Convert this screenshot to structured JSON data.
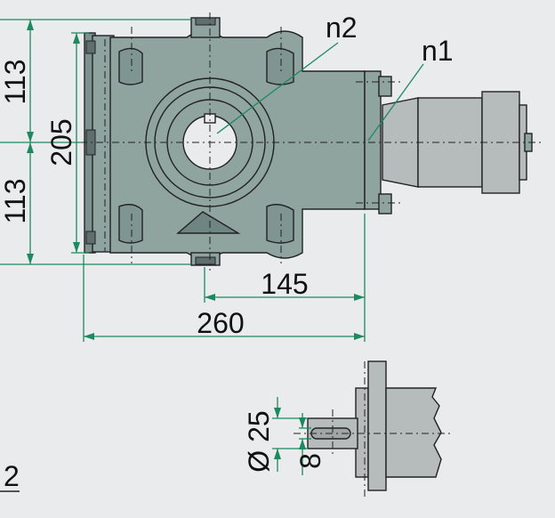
{
  "labels": {
    "n2": "n2",
    "n1": "n1"
  },
  "dimensions": {
    "upper_half": "113",
    "lower_half": "113",
    "total_height": "205",
    "shaft_offset": "145",
    "total_length": "260",
    "shaft_diameter": "Ø 25",
    "key_width": "8",
    "page_fragment": "2"
  },
  "colors": {
    "background": "#e9ebec",
    "housing": "#8fa49f",
    "housing_dark": "#73898a",
    "motor": "#b6bcbb",
    "dimension_line": "#1c8a5e",
    "outline": "#222222"
  }
}
